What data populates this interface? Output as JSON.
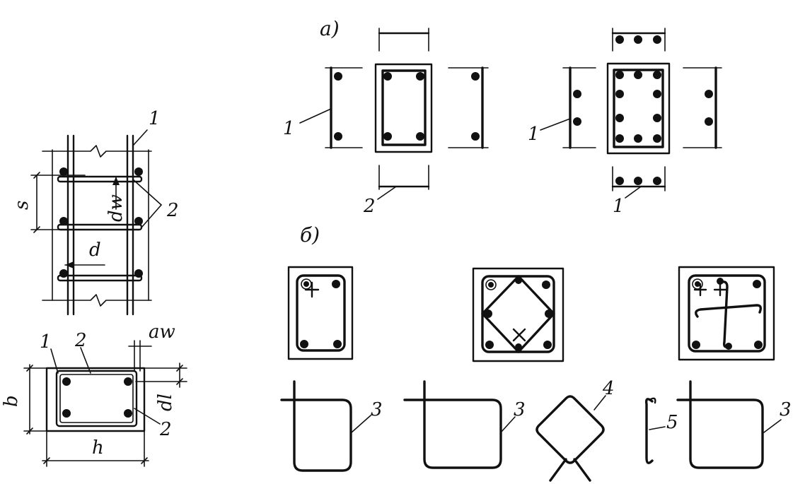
{
  "labels": {
    "section_a": "а)",
    "section_b": "б)",
    "s": "s",
    "dw": "dw",
    "d": "d",
    "aw": "aw",
    "dl": "dl",
    "b": "b",
    "h": "h",
    "n1": "1",
    "n2": "2",
    "n3": "3",
    "n4": "4",
    "n5": "5"
  }
}
